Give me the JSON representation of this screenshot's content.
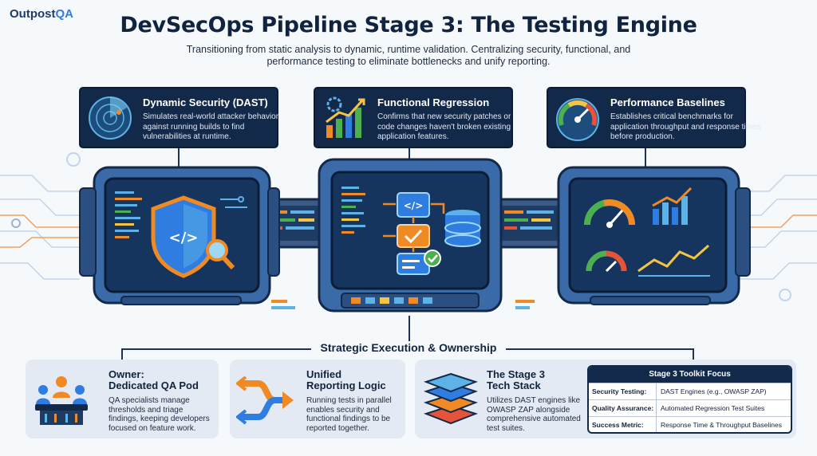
{
  "logo": {
    "part1": "Outpost",
    "part2": "QA"
  },
  "header": {
    "title": "DevSecOps Pipeline Stage 3: The Testing Engine",
    "subtitle": "Transitioning from static analysis to dynamic, runtime validation. Centralizing security, functional, and performance testing to eliminate bottlenecks and unify reporting."
  },
  "callouts": [
    {
      "title": "Dynamic Security (DAST)",
      "desc": "Simulates real-world attacker behavior against running builds to find vulnerabilities at runtime.",
      "icon": "radar-icon"
    },
    {
      "title": "Functional Regression",
      "desc": "Confirms that new security patches or code changes haven't broken existing application features.",
      "icon": "growth-chart-icon"
    },
    {
      "title": "Performance Baselines",
      "desc": "Establishes critical benchmarks for application throughput and response times before production.",
      "icon": "speedometer-icon"
    }
  ],
  "section": {
    "title": "Strategic Execution & Ownership"
  },
  "cards": [
    {
      "title_line1": "Owner:",
      "title_line2": "Dedicated QA Pod",
      "desc": "QA specialists manage thresholds and triage findings, keeping developers focused on feature work.",
      "icon": "team-icon"
    },
    {
      "title_line1": "Unified",
      "title_line2": "Reporting Logic",
      "desc": "Running tests in parallel enables security and functional findings to be reported together.",
      "icon": "merge-arrows-icon"
    },
    {
      "title_line1": "The Stage 3",
      "title_line2": "Tech Stack",
      "desc": "Utilizes DAST engines like OWASP ZAP alongside comprehensive automated test suites.",
      "icon": "layers-icon"
    }
  ],
  "toolkit": {
    "title": "Stage 3 Toolkit Focus",
    "rows": [
      {
        "key": "Security Testing:",
        "value": "DAST Engines (e.g., OWASP ZAP)"
      },
      {
        "key": "Quality Assurance:",
        "value": "Automated Regression Test Suites"
      },
      {
        "key": "Success Metric:",
        "value": "Response Time & Throughput Baselines"
      }
    ]
  },
  "colors": {
    "navy": "#12294a",
    "accent_orange": "#f08a24",
    "accent_blue": "#2f7de1",
    "screen": "#15355e"
  }
}
